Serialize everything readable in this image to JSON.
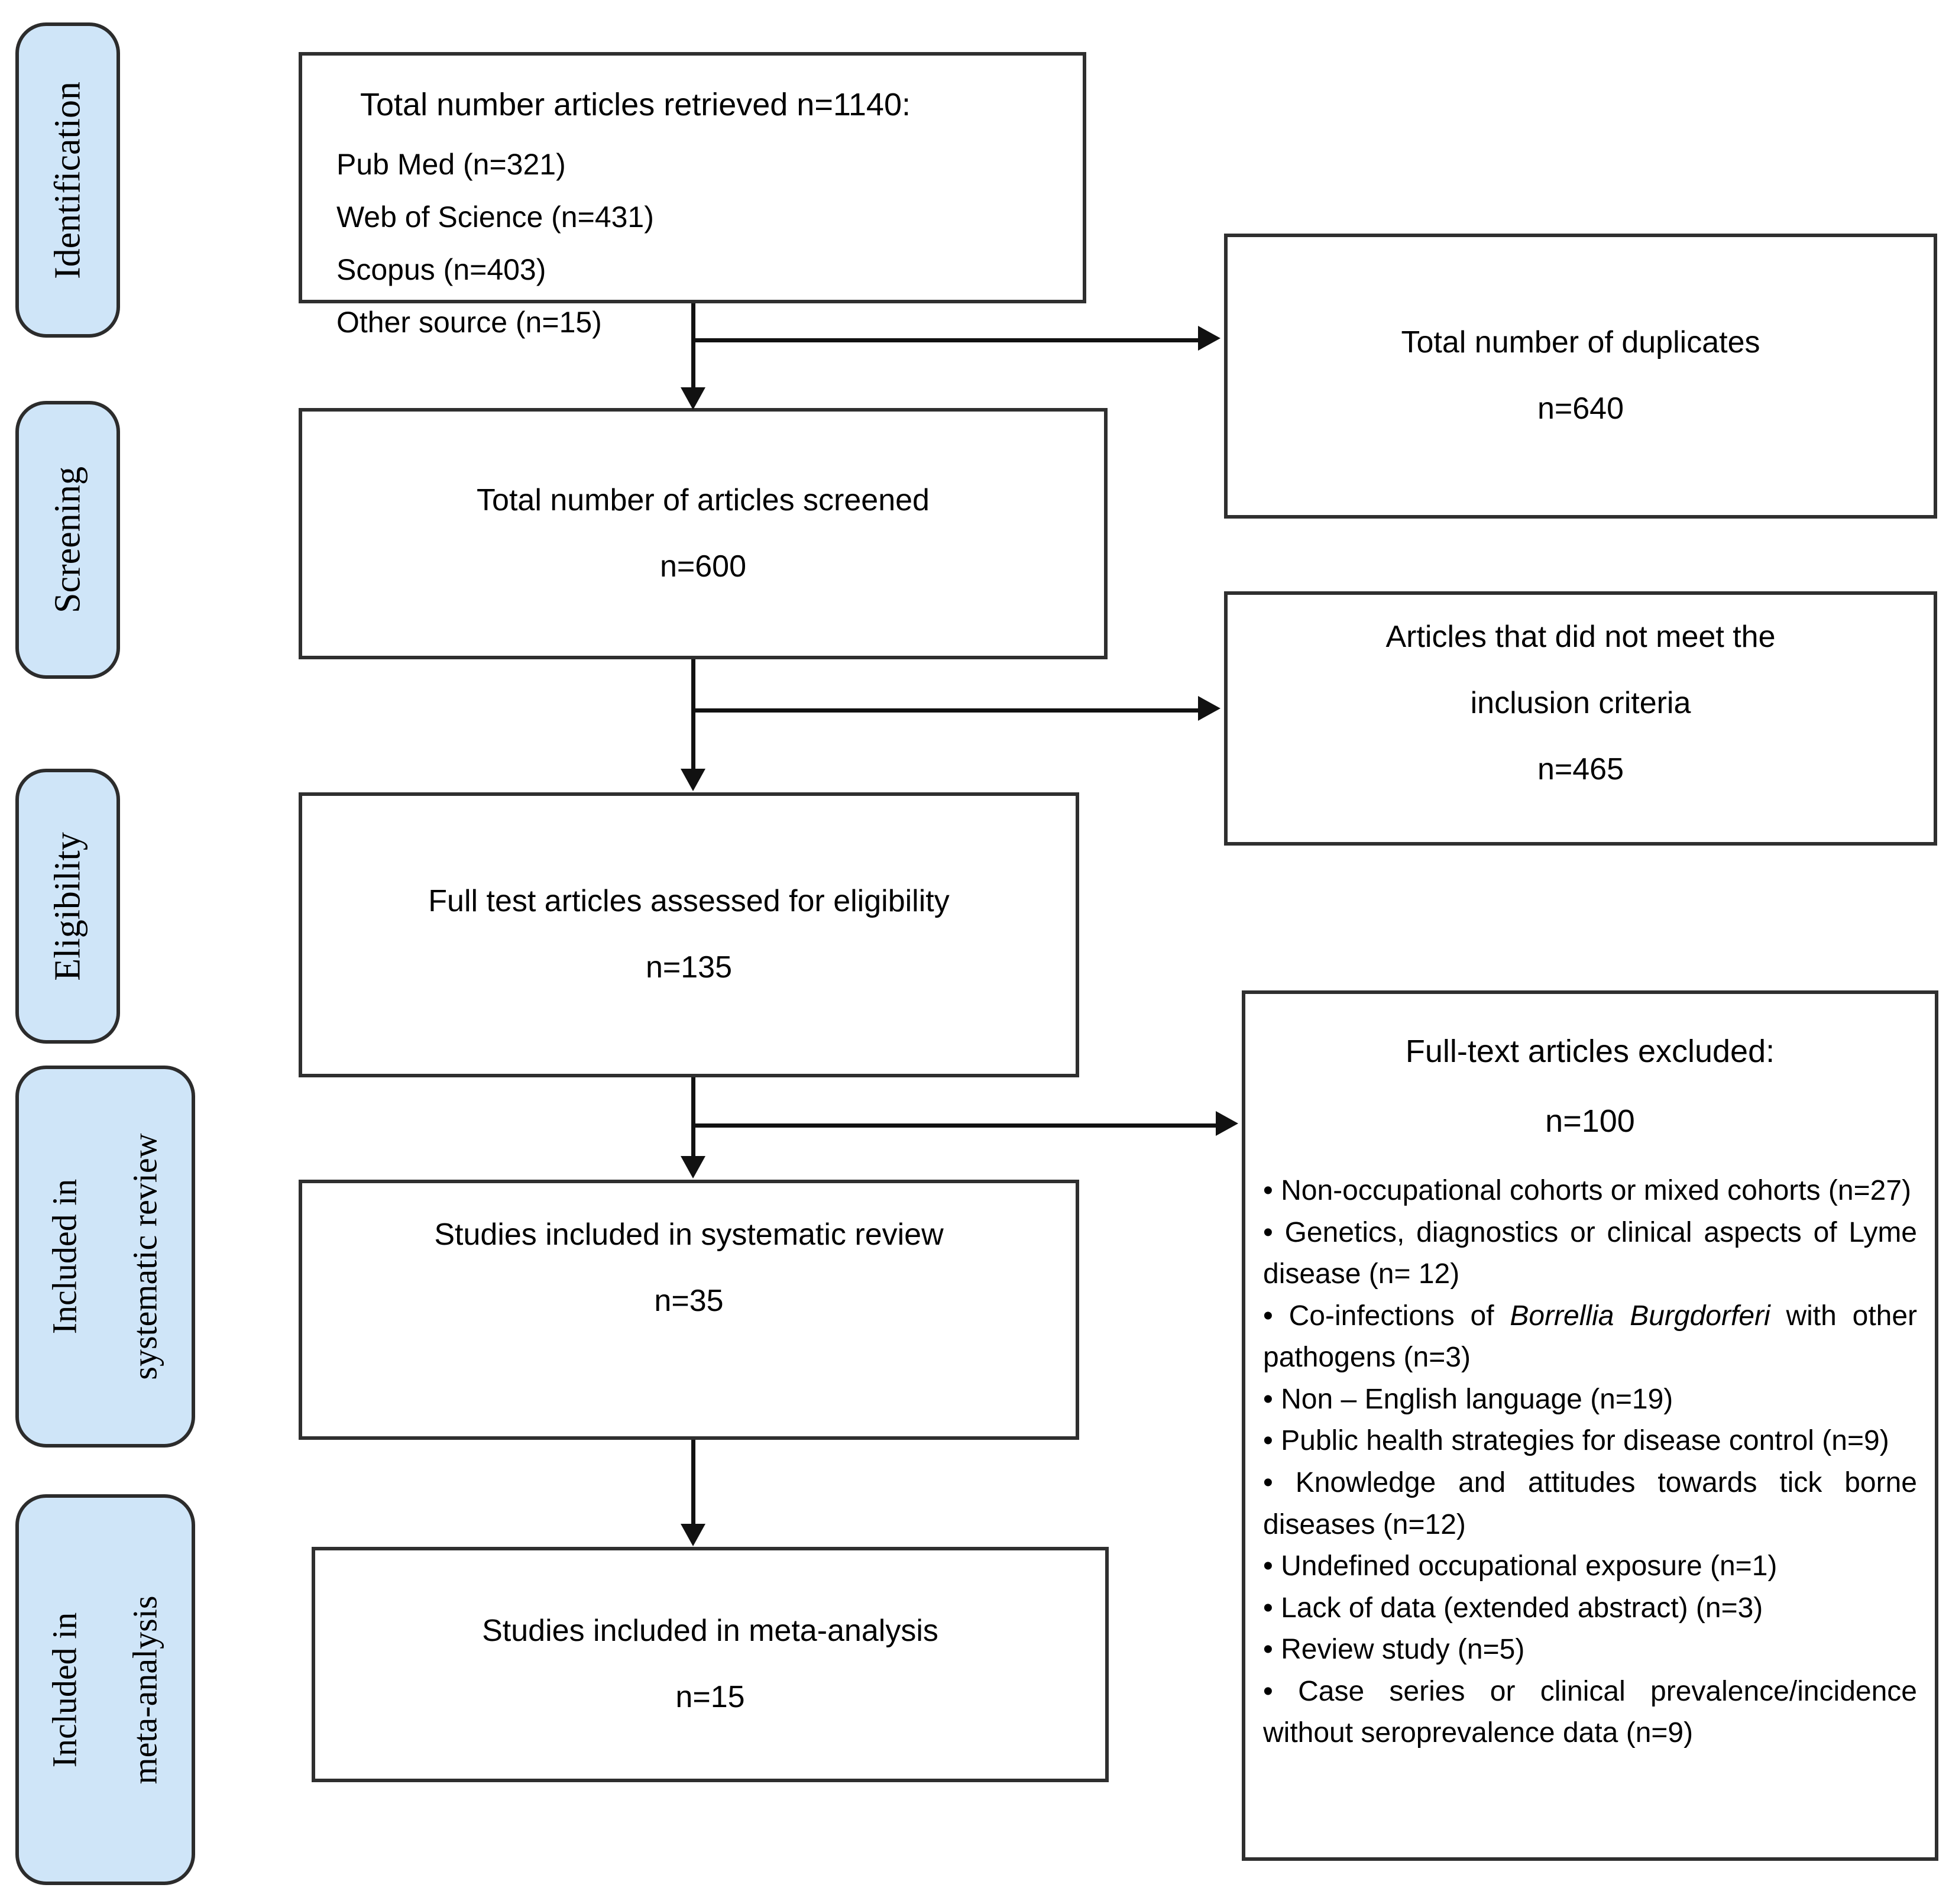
{
  "colors": {
    "stage_fill": "#cfe5f8",
    "stage_border": "#2c2c2c",
    "node_border": "#2f2f2f",
    "arrow": "#111111",
    "text": "#000000"
  },
  "sidebar": {
    "stages": [
      {
        "lines": [
          "Identification"
        ]
      },
      {
        "lines": [
          "Screening"
        ]
      },
      {
        "lines": [
          "Eligibility"
        ]
      },
      {
        "lines": [
          "Included in",
          "systematic review"
        ]
      },
      {
        "lines": [
          "Included in",
          "meta-analysis"
        ]
      }
    ]
  },
  "flow": {
    "retrieved": {
      "title": "Total number articles retrieved n=1140:",
      "sources": [
        "Pub Med (n=321)",
        "Web of Science (n=431)",
        "Scopus (n=403)",
        "Other source (n=15)"
      ]
    },
    "screened": {
      "lines": [
        "Total number of articles screened",
        "n=600"
      ]
    },
    "eligibility": {
      "lines": [
        "Full test articles assessed for eligibility",
        "n=135"
      ]
    },
    "systematic_review": {
      "lines": [
        "Studies included in systematic review",
        "n=35"
      ]
    },
    "meta_analysis": {
      "lines": [
        "Studies included in meta-analysis",
        "n=15"
      ]
    }
  },
  "exclusions": {
    "duplicates": {
      "lines": [
        "Total number of duplicates",
        "n=640"
      ]
    },
    "not_meeting_criteria": {
      "lines": [
        "Articles that did not meet the",
        "inclusion criteria",
        "n=465"
      ]
    },
    "full_text_excluded": {
      "title": "Full-text articles excluded:",
      "count": "n=100",
      "bullet": "•",
      "reasons": [
        [
          {
            "text": "Non-occupational cohorts or mixed cohorts (n=27)"
          }
        ],
        [
          {
            "text": "Genetics, diagnostics or clinical aspects of Lyme disease (n= 12)"
          }
        ],
        [
          {
            "text": "Co-infections of "
          },
          {
            "text": "Borrellia Burgdorferi",
            "italic": true
          },
          {
            "text": " with other pathogens (n=3)"
          }
        ],
        [
          {
            "text": "Non – English language (n=19)"
          }
        ],
        [
          {
            "text": "Public health strategies for disease control (n=9)"
          }
        ],
        [
          {
            "text": "Knowledge and attitudes towards tick borne diseases (n=12)"
          }
        ],
        [
          {
            "text": "Undefined occupational exposure (n=1)"
          }
        ],
        [
          {
            "text": "Lack of data (extended abstract) (n=3)"
          }
        ],
        [
          {
            "text": "Review study (n=5)"
          }
        ],
        [
          {
            "text": "Case series or clinical prevalence/incidence without seroprevalence data (n=9)"
          }
        ]
      ]
    }
  }
}
